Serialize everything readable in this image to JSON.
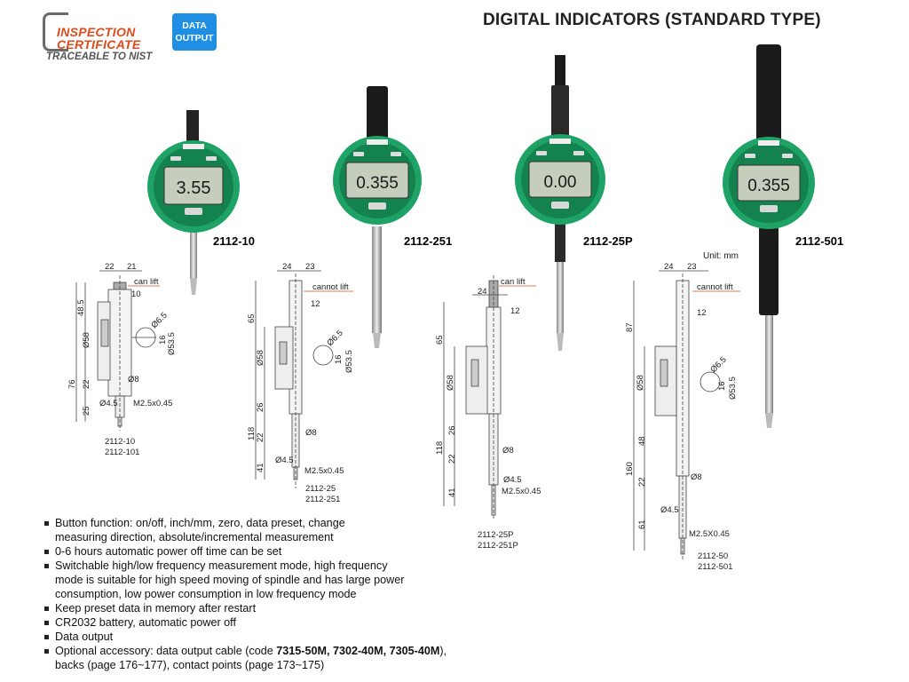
{
  "header": {
    "cert_line1": "INSPECTION",
    "cert_line2": "CERTIFICATE",
    "cert_line3": "TRACEABLE TO NIST",
    "data_badge_line1": "DATA",
    "data_badge_line2": "OUTPUT",
    "title": "DIGITAL INDICATORS (STANDARD TYPE)"
  },
  "colors": {
    "body_green": "#14824f",
    "rim_green": "#1ea266",
    "lcd": "#c5cdbd",
    "brand_orange": "#e04a1a",
    "badge_blue": "#1e8fe3"
  },
  "products": [
    {
      "model": "2112-10",
      "display": "3.55"
    },
    {
      "model": "2112-251",
      "display": "0.355"
    },
    {
      "model": "2112-25P",
      "display": "0.00"
    },
    {
      "model": "2112-501",
      "display": "0.355"
    }
  ],
  "unit_note": "Unit: mm",
  "drawings": {
    "d1": {
      "top1": "22",
      "top2": "21",
      "lift": "can lift",
      "d10": "10",
      "d485": "48.5",
      "d58": "Ø58",
      "d65": "Ø6.5",
      "d16": "16",
      "d535": "Ø53.5",
      "d76": "76",
      "d22": "22",
      "d8": "Ø8",
      "d25": "25",
      "d45": "Ø4.5",
      "thread": "M2.5x0.45",
      "cap1": "2112-10",
      "cap2": "2112-101"
    },
    "d2": {
      "top1": "24",
      "top2": "23",
      "lift": "cannot lift",
      "d12": "12",
      "d65h": "65",
      "d58": "Ø58",
      "d65": "Ø6.5",
      "d16": "16",
      "d535": "Ø53.5",
      "d118": "118",
      "d26": "26",
      "d22": "22",
      "d8": "Ø8",
      "d41": "41",
      "d45": "Ø4.5",
      "thread": "M2.5x0.45",
      "cap1": "2112-25",
      "cap2": "2112-251"
    },
    "d3": {
      "top1": "24",
      "lift": "can lift",
      "d12": "12",
      "d65h": "65",
      "d58": "Ø58",
      "d118": "118",
      "d26": "26",
      "d22": "22",
      "d8": "Ø8",
      "d41": "41",
      "d45": "Ø4.5",
      "thread": "M2.5x0.45",
      "cap1": "2112-25P",
      "cap2": "2112-251P"
    },
    "d4": {
      "top1": "24",
      "top2": "23",
      "lift": "cannot lift",
      "d12": "12",
      "d87": "87",
      "d58": "Ø58",
      "d65": "Ø6.5",
      "d16": "16",
      "d535": "Ø53.5",
      "d160": "160",
      "d48": "48",
      "d22": "22",
      "d8": "Ø8",
      "d61": "61",
      "d45": "Ø4.5",
      "thread": "M2.5X0.45",
      "cap1": "2112-50",
      "cap2": "2112-501"
    }
  },
  "features": [
    {
      "line1": "Button function: on/off, inch/mm, zero, data preset, change",
      "line2": "measuring direction, absolute/incremental measurement"
    },
    {
      "line1": "0-6 hours automatic power off time can be set"
    },
    {
      "line1": "Switchable high/low frequency measurement mode, high frequency",
      "line2": "mode is suitable for high speed moving of spindle and has large power",
      "line3": "consumption, low power consumption in low frequency mode"
    },
    {
      "line1": "Keep preset data in memory after restart"
    },
    {
      "line1": "CR2032 battery, automatic power off"
    },
    {
      "line1": "Data output"
    },
    {
      "line1a": "Optional accessory: data output cable (code ",
      "codes": "7315-50M, 7302-40M, 7305-40M",
      "line1b": "),",
      "line2": "backs (page 176~177), contact points (page 173~175)"
    }
  ]
}
